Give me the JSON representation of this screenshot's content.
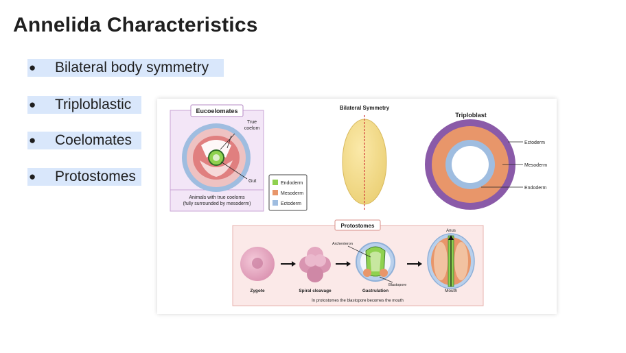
{
  "slide": {
    "title": "Annelida Characteristics",
    "bullets": [
      {
        "marker": "●",
        "text": "Bilateral body symmetry"
      },
      {
        "marker": "●",
        "text": "Triploblastic"
      },
      {
        "marker": "●",
        "text": "Coelomates"
      },
      {
        "marker": "●",
        "text": "Protostomes"
      }
    ]
  },
  "figure": {
    "eucoelomates": {
      "title": "Eucoelomates",
      "true_coelom_line1": "True",
      "true_coelom_line2": "coelom",
      "gut": "Gut",
      "caption_line1": "Animals with true coeloms",
      "caption_line2": "(fully surrounded by mesoderm)"
    },
    "legend": {
      "endoderm": "Endoderm",
      "mesoderm": "Mesoderm",
      "ectoderm": "Ectoderm"
    },
    "bilateral": {
      "title": "Bilateral Symmetry"
    },
    "triploblast": {
      "title": "Triploblast",
      "ectoderm": "Ectoderm",
      "mesoderm": "Mesoderm",
      "endoderm": "Endoderm"
    },
    "protostomes": {
      "title": "Protostomes",
      "zygote": "Zygote",
      "spiral_cleavage": "Spiral cleavage",
      "gastrulation": "Gastrulation",
      "mouth": "Mouth",
      "anus": "Anus",
      "archenteron": "Archenteron",
      "blastopore": "Blastopore",
      "caption": "In protostomes the blastopore becomes the mouth"
    },
    "colors": {
      "endoderm": "#8fd14f",
      "mesoderm": "#e8966a",
      "ectoderm": "#9fbde0",
      "triploblast_outer": "#8a5aa8",
      "panel_purple": "#f3e6f7",
      "panel_pink": "#fbe9e8"
    }
  }
}
